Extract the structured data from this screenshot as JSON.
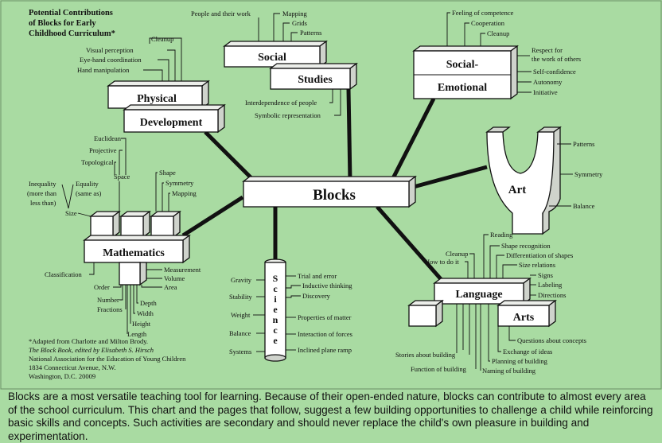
{
  "title_lines": [
    "Potential Contributions",
    "of Blocks for Early",
    "Childhood Curriculum*"
  ],
  "center": "Blocks",
  "physical": {
    "words": [
      "Physical",
      "Development"
    ],
    "labels": [
      "Cleanup",
      "Visual perception",
      "Eye-hand coordination",
      "Hand manipulation"
    ]
  },
  "social": {
    "words": [
      "Social",
      "Studies"
    ],
    "labels_top": [
      "People and their work",
      "Mapping",
      "Grids",
      "Patterns"
    ],
    "labels_bottom": [
      "Interdependence of people",
      "Symbolic representation"
    ]
  },
  "social_emotional": {
    "words": [
      "Social-",
      "Emotional"
    ],
    "labels_top": [
      "Feeling of competence",
      "Cooperation",
      "Cleanup"
    ],
    "labels_right": [
      "Respect for",
      "the work of others",
      "Self-confidence",
      "Autonomy",
      "Initiative"
    ]
  },
  "art": {
    "word": "Art",
    "labels": [
      "Patterns",
      "Symmetry",
      "Balance"
    ]
  },
  "mathematics": {
    "word": "Mathematics",
    "labels_top": [
      "Euclidean",
      "Projective",
      "Topological",
      "Space",
      "Shape",
      "Symmetry",
      "Mapping"
    ],
    "labels_left": [
      "Inequality",
      "(more than",
      "less than)",
      "Equality",
      "(same as)",
      "Size",
      "Classification"
    ],
    "labels_bottom": [
      "Measurement",
      "Volume",
      "Area",
      "Order",
      "Number",
      "Fractions",
      "Depth",
      "Width",
      "Height",
      "Length"
    ]
  },
  "science": {
    "letters": [
      "S",
      "c",
      "i",
      "e",
      "n",
      "c",
      "e"
    ],
    "labels_left": [
      "Gravity",
      "Stability",
      "Weight",
      "Balance",
      "Systems"
    ],
    "labels_right": [
      "Trial and error",
      "Inductive thinking",
      "Discovery",
      "Properties of matter",
      "Interaction of forces",
      "Inclined plane ramp"
    ]
  },
  "language": {
    "words": [
      "Language",
      "Arts"
    ],
    "labels_top": [
      "Reading",
      "Shape recognition",
      "Differentiation of shapes",
      "Size relations",
      "Signs",
      "Labeling",
      "Directions",
      "Cleanup",
      "How to do it"
    ],
    "labels_bottom": [
      "Questions about concepts",
      "Exchange of ideas",
      "Planning of building",
      "Naming of building",
      "Function of building",
      "Stories about building"
    ]
  },
  "footnote": [
    "*Adapted from Charlotte and Milton Brody.",
    "The Block Book, edited by Elisabeth S. Hirsch",
    "National Association for the Education of Young Children",
    "1834 Connecticut Avenue, N.W.",
    "Washington, D.C. 20009"
  ],
  "caption": "Blocks are a most versatile teaching tool for learning. Because of their open-ended nature, blocks can contribute to almost every area of the school curriculum. This chart and the pages that follow, suggest a few building opportunities to challenge a child while reinforcing basic skills and concepts. Such activities are secondary and should never replace the child's own pleasure in building and experimentation."
}
